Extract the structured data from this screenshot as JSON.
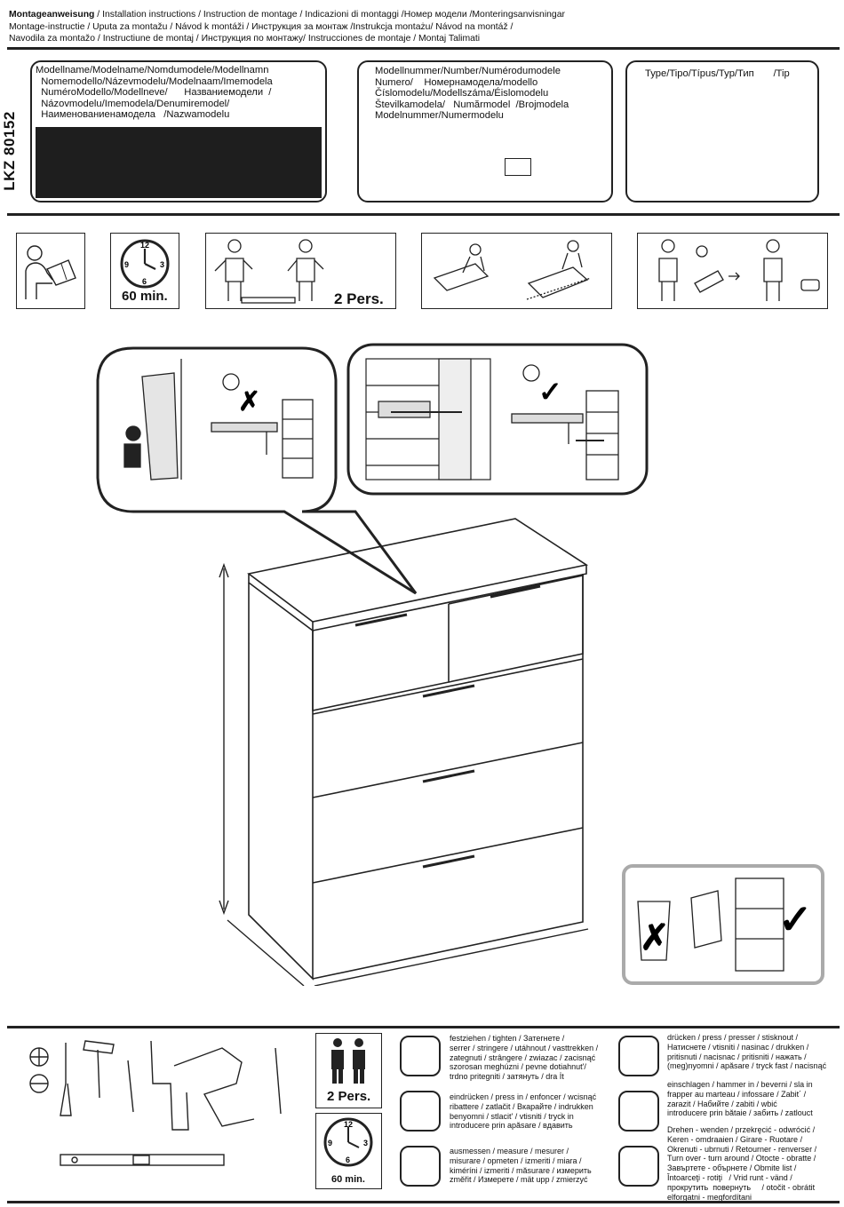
{
  "header": {
    "line1_bold": "Montageanweisung",
    "line1_rest": " / Installation instructions / Instruction de montage / Indicazioni di montaggi /Номер модели /Monteringsanvisningar",
    "line2": " Montage-instructie / Uputa za montažu / Návod k montáži / Инструкция за монтаж /Instrukcja montażu/ Návod na montáž /",
    "line3": "Navodila za montažo / Instructiune de montaj / Инструкция по монтажу/ Instrucciones de montaje / Montaj Talimati"
  },
  "product_id": "LKZ 80152",
  "model_name_box": {
    "lines": "Modellname/Modelname/Nomdumodele/Modellnamn\n  Nomemodello/Názevmodelu/Modelnaam/Imemodela\n  NuméroModello/Modellneve/      Названиемодели  /\n  Názovmodelu/Imemodela/Denumiremodel/\n  Наименованиенамодела   /Nazwamodelu"
  },
  "model_number_box": {
    "lines": "Modellnummer/Number/Numérodumodele\nNumero/    Номернамодела/modello\nČíslomodelu/Modellszáma/Éislomodelu\nŠtevilkamodela/   Numărmodel  /Brojmodela\nModelnummer/Numermodelu"
  },
  "type_box": {
    "lines": "Type/Tipo/Típus/Typ/Тип       /Tip"
  },
  "panels": {
    "persons_label": "2 Pers.",
    "time_label": "60 min.",
    "clock_numbers": [
      "12",
      "3",
      "6",
      "9"
    ]
  },
  "bottom": {
    "persons_label": "2 Pers.",
    "time_label": "60 min.",
    "clock_numbers": [
      "12",
      "3",
      "6",
      "9"
    ],
    "legend_left": [
      "festziehen / tighten / Затегнете /\nserrer / stringere / utáhnout / vasttrekken /\nzategnuti / strângere / zwiazac / zacisnąć\nszorosan meghúzni / pevne dotiahnut'/\ntrdno pritegniti / затянуть / dra İt",
      "eindrücken / press in / enfoncer / wcisnąć\nribattere / zatlačit / Вкарайте / indrukken\nbenyomni / stlacit' / vtisniti / tryck in\nintroducere prin apăsare / вдавить",
      "ausmessen / measure / mesurer /\nmisurare / opmeten / izmeriti / miara /\nkiméríni / izmeriti / măsurare / измерить\nzměřit / Измерете / mät upp / zmierzyć"
    ],
    "legend_right": [
      "drücken / press / presser / stisknout /\nНатиснете / vtisniti / nasinac / drukken /\npritisnuti / nacisnac / pritisniti / нажать /\n(meg)nyomni / apăsare / tryck fast / nacisnąć",
      "einschlagen / hammer in / beverni / sla in\nfrapper au marteau / infossare / Zabit´ /\nzarazit / Набийте / zabiti / wbić\nintroducere prin bătaie / забить / zatlouct",
      "Drehen - wenden / przekręcić - odwrócić /\nKeren - omdraaien / Girare - Ruotare /\nOkrenuti - ubrnuti / Retourner - renverser /\nTurn over - turn around / Otocte - obratte /\nЗавъртете - обърнете / Obmite list /\nÎntoarceţi - rotiţi   / Vrid runt - vänd /\nпрокрутить  повернуть     / otočit - obrátit\nelforgatni - megfordítani"
    ]
  }
}
